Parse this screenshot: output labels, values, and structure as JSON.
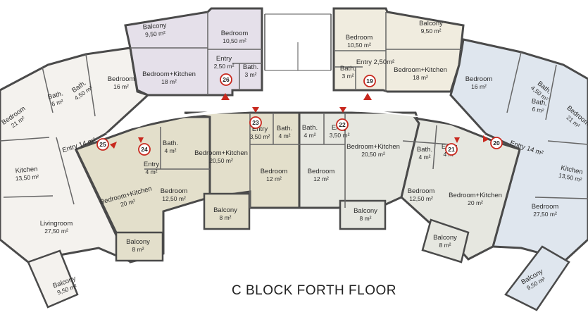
{
  "title": "C BLOCK FORTH FLOOR",
  "colors": {
    "west_unit": "#f4f2ee",
    "lavender_unit": "#e5e0ea",
    "beige_unit": "#f0ecdf",
    "olive_unit": "#e3dfcb",
    "grey_green_unit": "#e6e7e0",
    "blue_unit": "#dfe6ee",
    "marker_red": "#c8281e",
    "wall": "#4a4a4a"
  },
  "rooms": [
    {
      "name": "Balcony",
      "area": "9,50 m²"
    },
    {
      "name": "Bedroom",
      "area": "10,50 m²"
    },
    {
      "name": "Bedroom+Kitchen",
      "area": "18 m²"
    },
    {
      "name": "Entry",
      "area": "2,50 m²"
    },
    {
      "name": "Bath.",
      "area": "3 m²"
    },
    {
      "name": "Bath.",
      "area": "6 m²"
    },
    {
      "name": "Bath.",
      "area": "4,50 m²"
    },
    {
      "name": "Bedroom",
      "area": "16 m²"
    },
    {
      "name": "Bedroom",
      "area": "21 m²"
    },
    {
      "name": "Entry 14 m²",
      "area": ""
    },
    {
      "name": "Kitchen",
      "area": "13,50 m²"
    },
    {
      "name": "Livingroom",
      "area": "27,50 m²"
    },
    {
      "name": "Balcony",
      "area": "9,50 m²"
    },
    {
      "name": "Bedroom",
      "area": "10,50 m²"
    },
    {
      "name": "Balcony",
      "area": "9,50 m²"
    },
    {
      "name": "Bath.",
      "area": "3 m²"
    },
    {
      "name": "Entry 2,50m²",
      "area": ""
    },
    {
      "name": "Bedroom+Kitchen",
      "area": "18 m²"
    },
    {
      "name": "Bedroom",
      "area": "16 m²"
    },
    {
      "name": "Bath.",
      "area": "4,50 m²"
    },
    {
      "name": "Bath.",
      "area": "6 m²"
    },
    {
      "name": "Bedroom",
      "area": "21 m²"
    },
    {
      "name": "Entry 14 m²",
      "area": ""
    },
    {
      "name": "Kitchen",
      "area": "13,50 m²"
    },
    {
      "name": "Bedroom",
      "area": "27,50 m²"
    },
    {
      "name": "Balcony",
      "area": "9,50 m²"
    },
    {
      "name": "Bath.",
      "area": "4 m²"
    },
    {
      "name": "Entry",
      "area": "4 m²"
    },
    {
      "name": "Bedroom+Kitchen",
      "area": "20 m²"
    },
    {
      "name": "Bedroom",
      "area": "12,50 m²"
    },
    {
      "name": "Balcony",
      "area": "8 m²"
    },
    {
      "name": "Bedroom+Kitchen",
      "area": "20,50 m²"
    },
    {
      "name": "Balcony",
      "area": "8 m²"
    },
    {
      "name": "Entry",
      "area": "3,50 m²"
    },
    {
      "name": "Bath.",
      "area": "4 m²"
    },
    {
      "name": "Bedroom",
      "area": "12 m²"
    },
    {
      "name": "Bath.",
      "area": "4 m²"
    },
    {
      "name": "Entry",
      "area": "3,50 m²"
    },
    {
      "name": "Bedroom",
      "area": "12 m²"
    },
    {
      "name": "Balcony",
      "area": "8 m²"
    },
    {
      "name": "Bedroom+Kitchen",
      "area": "20,50 m²"
    },
    {
      "name": "Bedroom",
      "area": "12,50 m²"
    },
    {
      "name": "Bath.",
      "area": "4 m²"
    },
    {
      "name": "Entry",
      "area": "4 m²"
    },
    {
      "name": "Bedroom+Kitchen",
      "area": "20 m²"
    },
    {
      "name": "Balcony",
      "area": "8 m²"
    }
  ],
  "markers": [
    "19",
    "20",
    "21",
    "22",
    "23",
    "24",
    "25",
    "26"
  ]
}
